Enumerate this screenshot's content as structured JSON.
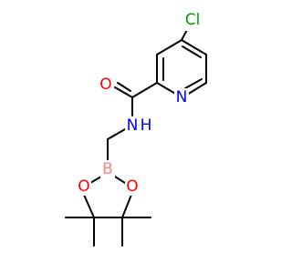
{
  "molecule": {
    "atoms": {
      "chlorine": {
        "label": "Cl",
        "color": "#00a000"
      },
      "carbonyl_oxygen": {
        "label": "O",
        "color": "#ff0000"
      },
      "pyridine_nitrogen": {
        "label": "N",
        "color": "#0000ff"
      },
      "amide_nitrogen": {
        "label": "N",
        "color": "#0000ff"
      },
      "amide_hydrogen": {
        "label": "H",
        "color": "#0000ff"
      },
      "boron": {
        "label": "B",
        "color": "#ff8080"
      },
      "ring_oxygen_left": {
        "label": "O",
        "color": "#ff0000"
      },
      "ring_oxygen_right": {
        "label": "O",
        "color": "#ff0000"
      }
    }
  }
}
